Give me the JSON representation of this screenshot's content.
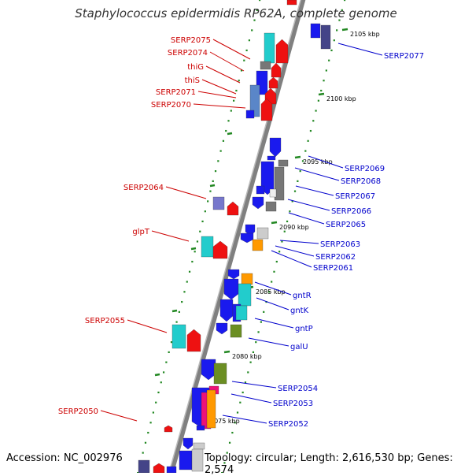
{
  "title": "Staphylococcus epidermidis RP62A, complete genome",
  "footer": {
    "accession": "Accession: NC_002976",
    "topology": "Topology: circular; Length: 2,616,530 bp; Genes: 2,574"
  },
  "colors": {
    "backbone": "#808080",
    "tick": "#228822",
    "left_label": "#cc0000",
    "right_label": "#0000cc",
    "blue": "#1a1aee",
    "red": "#ee1111",
    "cyan": "#22cccc",
    "gray": "#777777",
    "light_gray": "#cccccc",
    "orange": "#ff9900",
    "olive": "#6b8e23",
    "magenta": "#ee1177",
    "purple": "#7777cc",
    "steel": "#5a86c8",
    "dark_purple": "#444488"
  },
  "kbp_labels": [
    "2105 kbp",
    "2100 kbp",
    "2095 kbp",
    "2090 kbp",
    "2085 kbp",
    "2080 kbp",
    "2075 kbp"
  ],
  "left_genes": [
    "SERP2075",
    "SERP2074",
    "thiG",
    "thiS",
    "SERP2071",
    "SERP2070",
    "SERP2064",
    "glpT",
    "SERP2055",
    "SERP2050"
  ],
  "right_genes": [
    "SERP2077",
    "SERP2069",
    "SERP2068",
    "SERP2067",
    "SERP2066",
    "SERP2065",
    "SERP2063",
    "SERP2062",
    "SERP2061",
    "gntR",
    "gntK",
    "gntP",
    "galU",
    "SERP2054",
    "SERP2053",
    "SERP2052"
  ]
}
